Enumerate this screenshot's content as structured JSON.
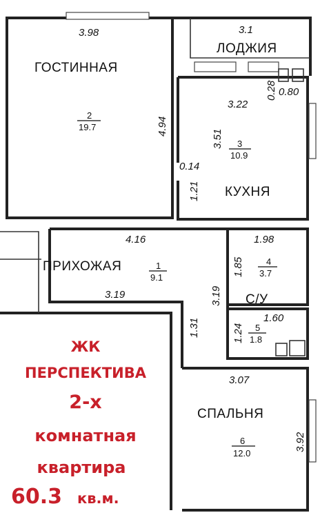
{
  "rooms": [
    {
      "name": "ГОСТИННАЯ",
      "number": "2",
      "area": "19.7"
    },
    {
      "name": "ЛОДЖИЯ",
      "number": "",
      "area": ""
    },
    {
      "name": "КУХНЯ",
      "number": "3",
      "area": "10.9"
    },
    {
      "name": "ПРИХОЖАЯ",
      "number": "1",
      "area": "9.1"
    },
    {
      "name": "С/У",
      "number": "4",
      "area": "3.7"
    },
    {
      "name": "",
      "number": "5",
      "area": "1.8"
    },
    {
      "name": "СПАЛЬНЯ",
      "number": "6",
      "area": "12.0"
    }
  ],
  "dimensions": [
    "3.98",
    "4.94",
    "3.1",
    "0.28",
    "0.80",
    "3.22",
    "3.51",
    "0.14",
    "1.21",
    "4.16",
    "1.98",
    "1.85",
    "3.19",
    "3.19",
    "1.31",
    "1.24",
    "1.60",
    "3.07",
    "3.92"
  ],
  "promo": {
    "line1": "ЖК",
    "line2": "ПЕРСПЕКТИВА",
    "line3": "2-х",
    "line4": "комнатная",
    "line5": "квартира",
    "area_value": "60.3",
    "area_unit": "кв.м."
  },
  "colors": {
    "promo": "#c8202a",
    "walls": "#222222"
  }
}
